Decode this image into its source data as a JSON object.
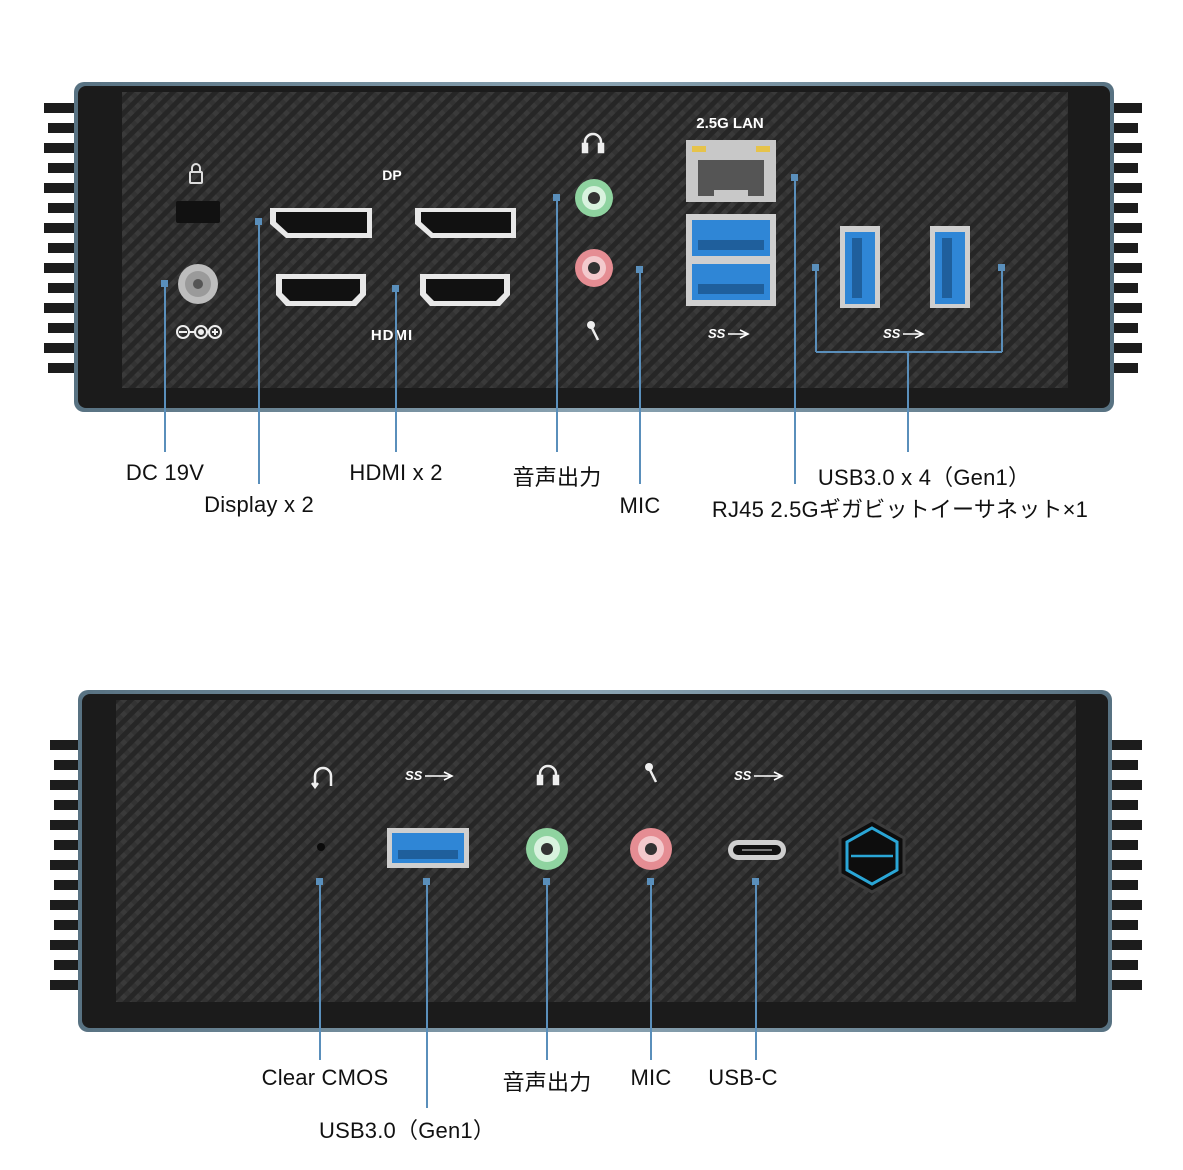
{
  "colors": {
    "panel": "#2a2a2a",
    "frame": "#1a1a1a",
    "rim": "#6f8796",
    "leader": "#5a8fbb",
    "usb_blue": "#2f86d6",
    "audio_green": "#8fd3a0",
    "audio_pink": "#e58d93",
    "led_cyan": "#2aa6d6"
  },
  "rear_panel": {
    "port_texts": {
      "dp": "DP",
      "hdmi": "HDMI",
      "lan": "2.5G LAN",
      "ss_usb_1": "SS",
      "ss_usb_2": "SS"
    },
    "labels": {
      "dc": "DC 19V",
      "display": "Display x 2",
      "hdmi": "HDMI x 2",
      "audio_out": "音声出力",
      "mic": "MIC",
      "usb": "USB3.0 x 4（Gen1）",
      "rj45": "RJ45 2.5Gギガビットイーサネット×1"
    }
  },
  "front_panel": {
    "port_texts": {
      "ss_usb_a": "SS",
      "ss_usb_c": "SS"
    },
    "labels": {
      "clear_cmos": "Clear CMOS",
      "usb": "USB3.0（Gen1）",
      "audio_out": "音声出力",
      "mic": "MIC",
      "usb_c": "USB-C"
    }
  }
}
